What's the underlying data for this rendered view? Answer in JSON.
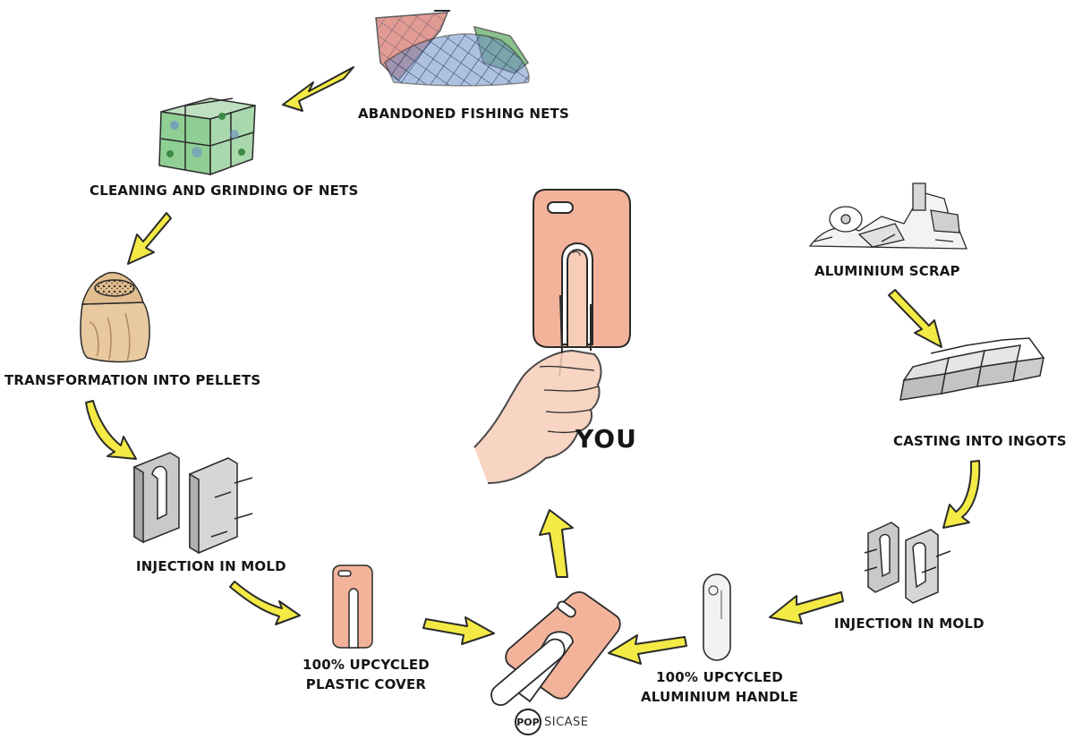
{
  "labels": {
    "fishing_nets": "ABANDONED FISHING NETS",
    "cleaning": "CLEANING AND GRINDING OF NETS",
    "pellets": "TRANSFORMATION INTO PELLETS",
    "injection_left": "INJECTION IN MOLD",
    "plastic_cover_1": "100% UPCYCLED",
    "plastic_cover_2": "PLASTIC COVER",
    "you": "YOU",
    "aluminium_scrap": "ALUMINIUM SCRAP",
    "ingots": "CASTING INTO INGOTS",
    "injection_right": "INJECTION IN MOLD",
    "aluminium_handle_1": "100% UPCYCLED",
    "aluminium_handle_2": "ALUMINIUM HANDLE"
  },
  "logo": {
    "circle_text": "POP",
    "rest_text": "SICASE"
  },
  "colors": {
    "arrow_fill": "#f3ea45",
    "arrow_glow": "#f8f3a6",
    "outline": "#2a2a2a",
    "peach": "#f2b39a",
    "peach_light": "#f7cdb8",
    "net_red": "#d97a70",
    "net_blue": "#6d8fc7",
    "net_green": "#5aa85c",
    "metal": "#c9c9c9",
    "sack": "#e9c9a0"
  }
}
